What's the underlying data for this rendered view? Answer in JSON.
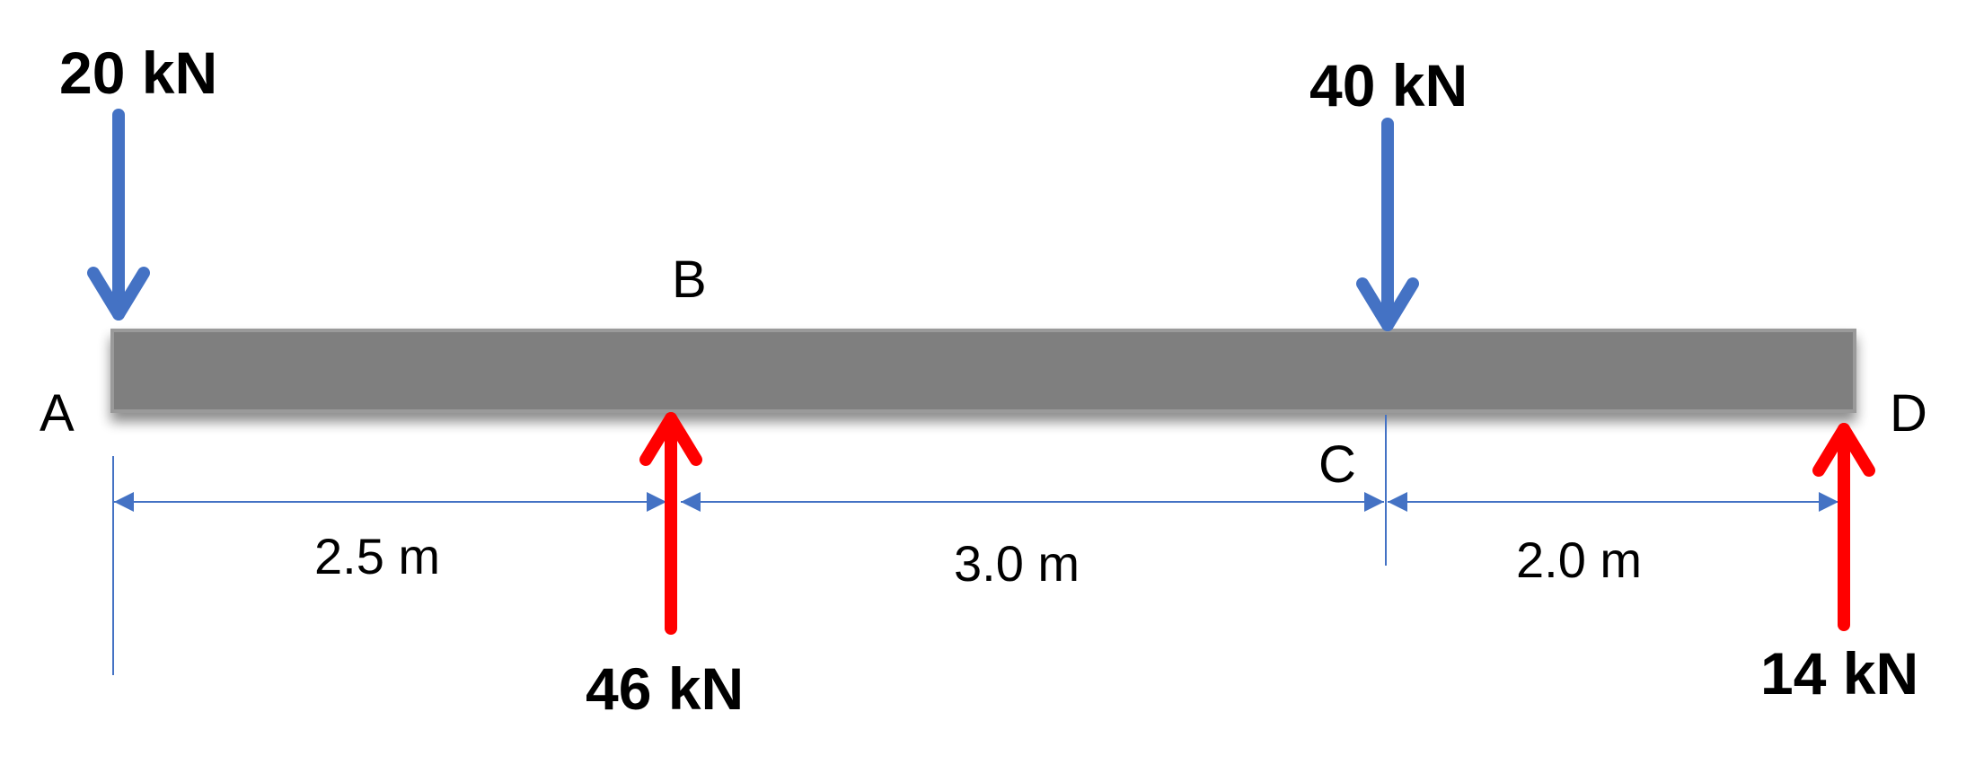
{
  "diagram": {
    "loads": {
      "load_a": "20 kN",
      "load_c": "40 kN",
      "reaction_b": "46 kN",
      "reaction_d": "14 kN"
    },
    "points": {
      "a": "A",
      "b": "B",
      "c": "C",
      "d": "D"
    },
    "dimensions": {
      "ab": "2.5 m",
      "bc": "3.0 m",
      "cd": "2.0 m"
    },
    "colors": {
      "applied_load": "#4472C4",
      "reaction": "#FF0000",
      "beam": "#7F7F7F",
      "dimension_line": "#4472C4"
    }
  }
}
